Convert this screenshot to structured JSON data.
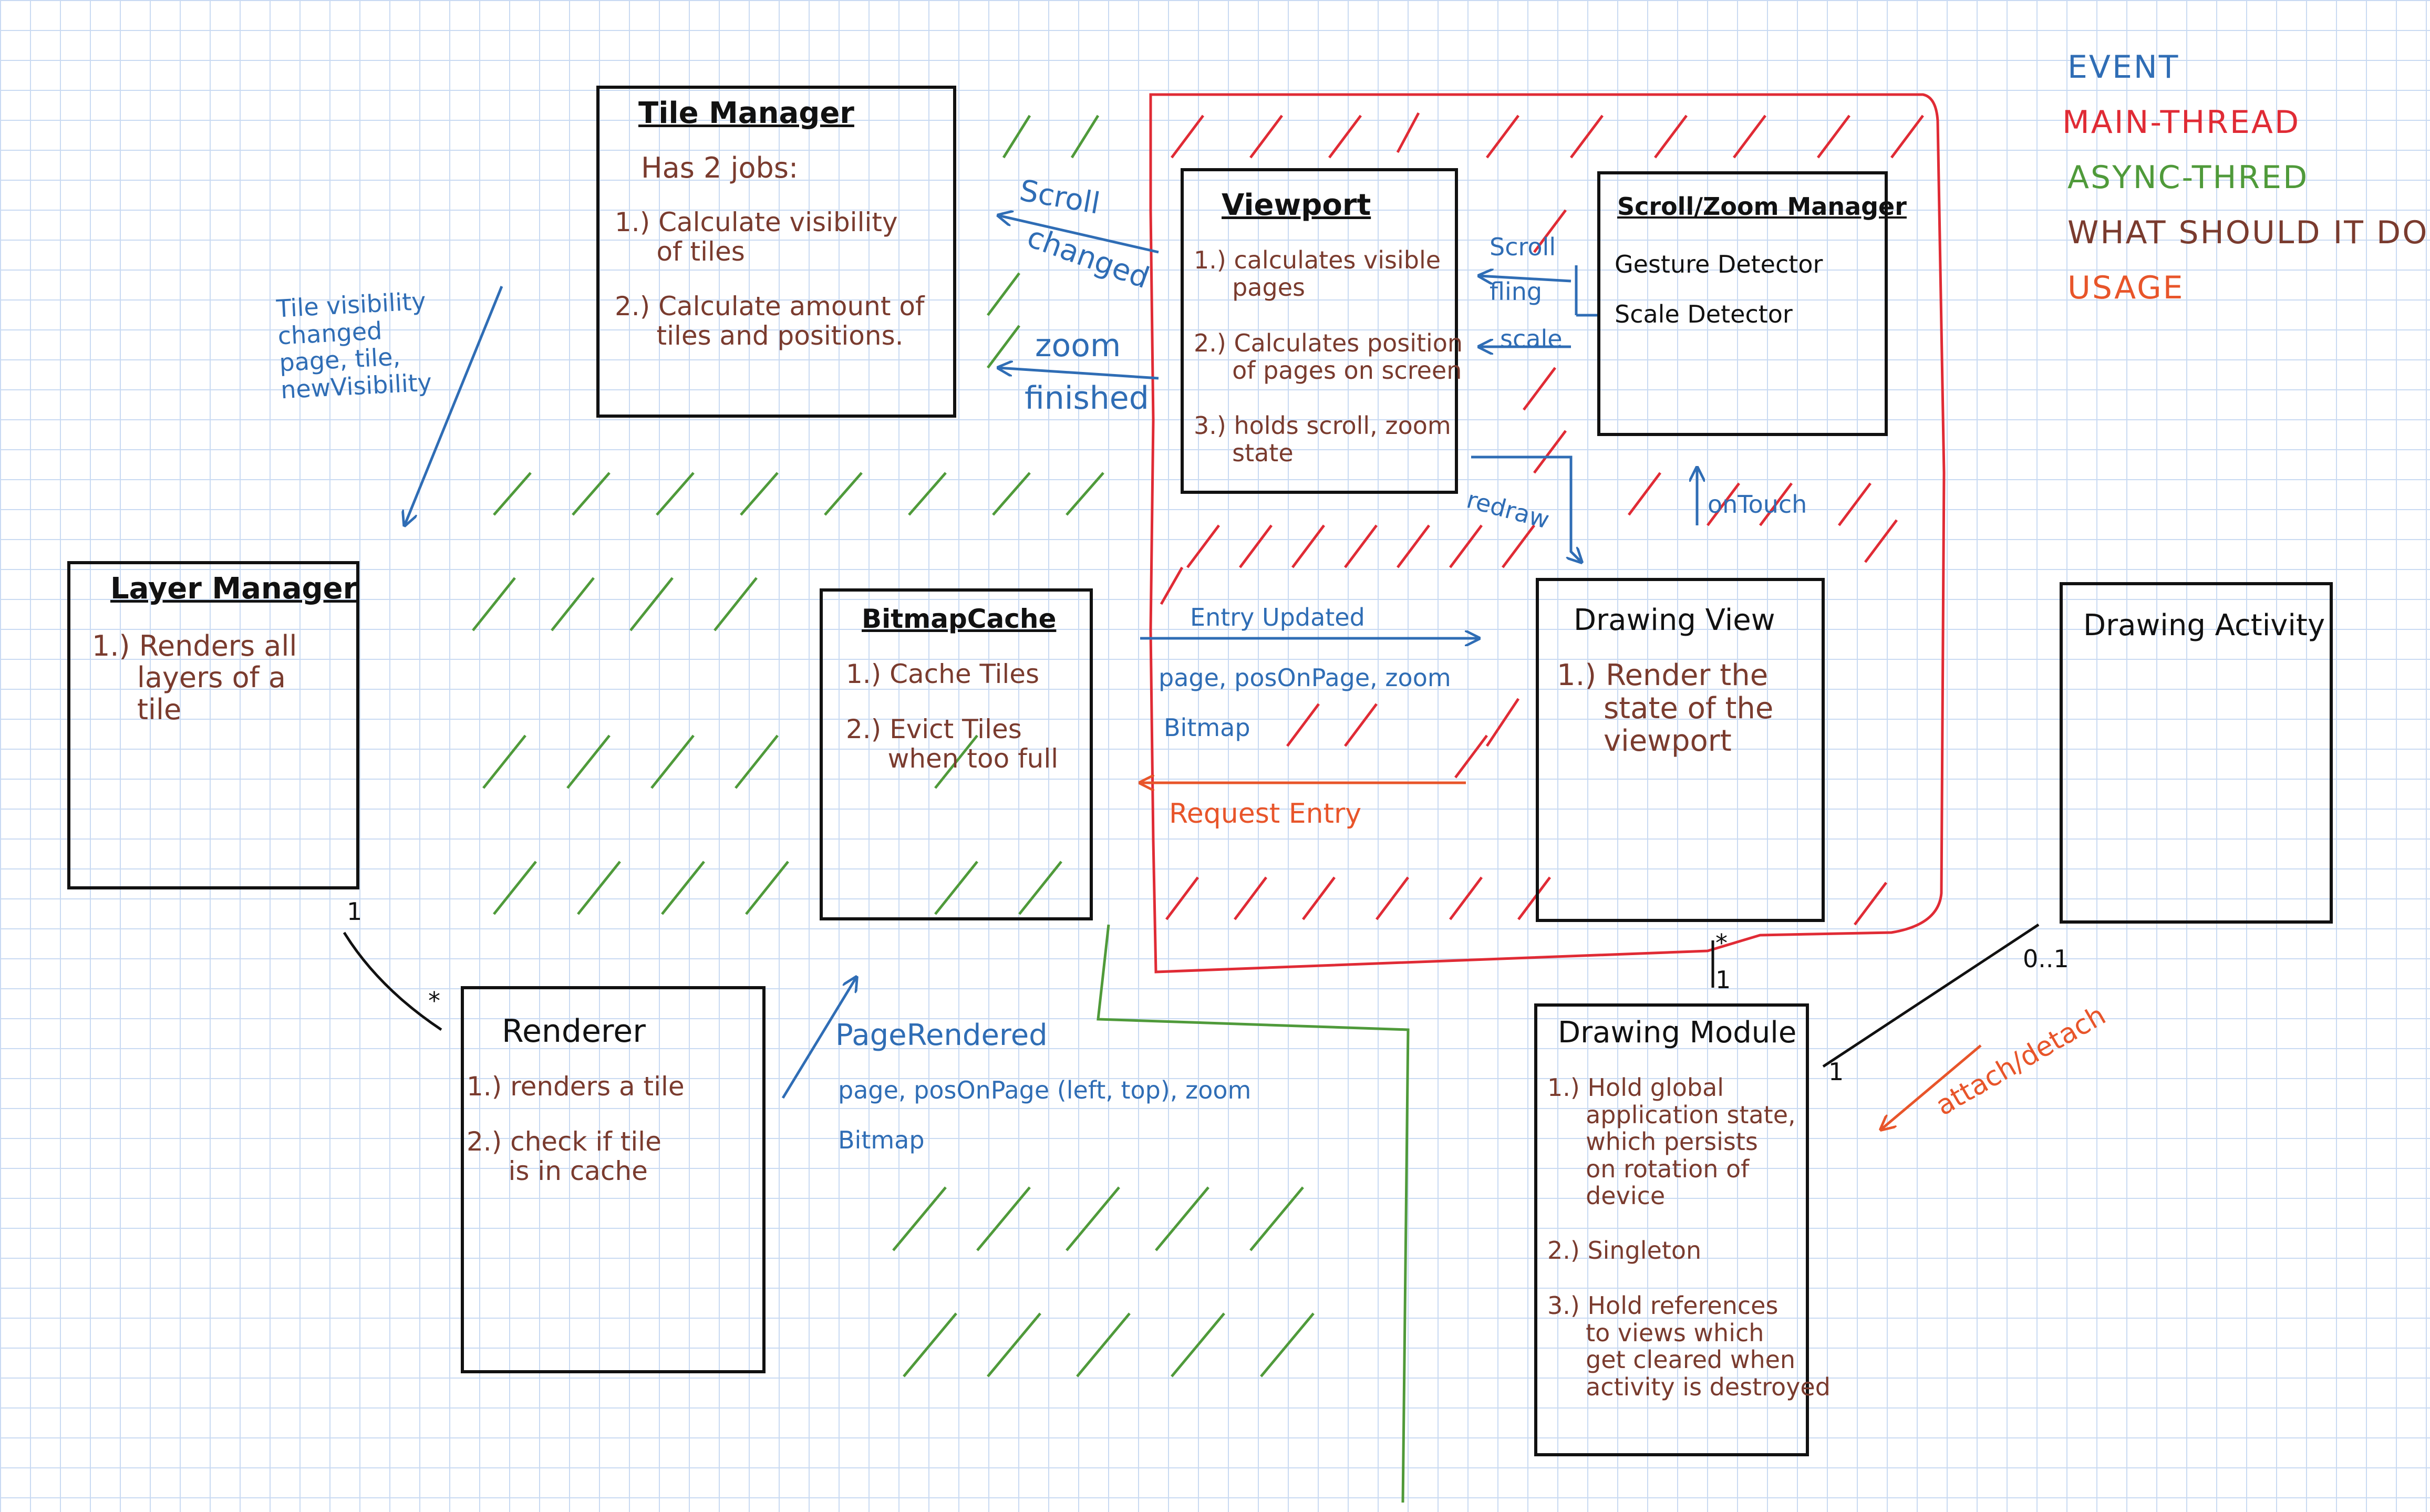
{
  "legend": {
    "event": "EVENT",
    "main_thread": "MAIN-THREAD",
    "async_thread": "ASYNC-THRED",
    "what": "WHAT SHOULD IT DO",
    "usage": "USAGE"
  },
  "colors": {
    "event": "#2f6db5",
    "main_thread": "#e02b35",
    "async_thread": "#4f9a3a",
    "what": "#7a3b2e",
    "usage": "#e8552a"
  },
  "tile_manager": {
    "title": "Tile Manager",
    "intro": "Has 2 jobs:",
    "job1": "1.) Calculate visibility\n     of tiles",
    "job2": "2.) Calculate amount of\n     tiles and positions."
  },
  "viewport": {
    "title": "Viewport",
    "item1": "1.) calculates visible\n     pages",
    "item2": "2.) Calculates position\n     of pages on screen",
    "item3": "3.) holds scroll, zoom\n     state"
  },
  "scroll_zoom_manager": {
    "title": "Scroll/Zoom Manager",
    "item1": "Gesture Detector",
    "item2": "Scale Detector"
  },
  "layer_manager": {
    "title": "Layer Manager",
    "item1": "1.) Renders all\n     layers of a\n     tile"
  },
  "bitmap_cache": {
    "title": "BitmapCache",
    "item1": "1.) Cache Tiles",
    "item2": "2.) Evict Tiles\n     when too full"
  },
  "drawing_view": {
    "title": "Drawing View",
    "item1": "1.) Render the\n     state of the\n     viewport"
  },
  "drawing_activity": {
    "title": "Drawing Activity"
  },
  "renderer": {
    "title": "Renderer",
    "item1": "1.) renders a tile",
    "item2": "2.) check if tile\n     is in cache"
  },
  "drawing_module": {
    "title": "Drawing Module",
    "item1": "1.) Hold global\n     application state,\n     which persists\n     on rotation of\n     device",
    "item2": "2.) Singleton",
    "item3": "3.) Hold references\n     to views which\n     get cleared when\n     activity is destroyed"
  },
  "events": {
    "scroll_changed_1": "Scroll",
    "scroll_changed_2": "changed",
    "zoom_finished_1": "zoom",
    "zoom_finished_2": "finished",
    "scroll": "Scroll",
    "fling": "fling",
    "scale": "scale",
    "tile_visibility": "Tile visibility\nchanged\npage, tile,\nnewVisibility",
    "redraw": "redraw",
    "on_touch": "onTouch",
    "entry_updated": "Entry Updated",
    "entry_params_1": "page, posOnPage, zoom",
    "entry_params_2": "Bitmap",
    "page_rendered": "PageRendered",
    "page_params_1": "page, posOnPage (left, top), zoom",
    "page_params_2": "Bitmap"
  },
  "usages": {
    "request_entry": "Request Entry",
    "attach_detach": "attach/detach"
  },
  "multiplicities": {
    "layer_one": "1",
    "renderer_many": "*",
    "view_many": "*",
    "module_one": "1",
    "activity_zero_one": "0..1",
    "module_one_right": "1"
  }
}
